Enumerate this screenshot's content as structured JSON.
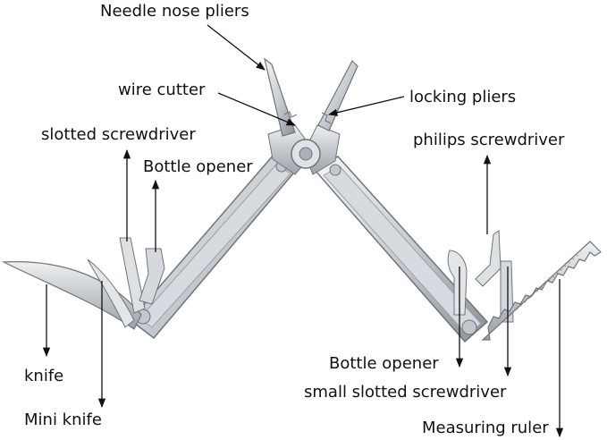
{
  "diagram": {
    "labels": {
      "needle_nose_pliers": "Needle nose pliers",
      "wire_cutter": "wire cutter",
      "locking_pliers": "locking pliers",
      "slotted_screwdriver": "slotted screwdriver",
      "philips_screwdriver": "philips screwdriver",
      "bottle_opener_top": "Bottle opener",
      "knife": "knife",
      "mini_knife": "Mini knife",
      "bottle_opener_bottom": "Bottle opener",
      "small_slotted_screwdriver": "small slotted screwdriver",
      "measuring_ruler": "Measuring ruler"
    },
    "colors": {
      "background": "#ffffff",
      "text": "#111111",
      "leader_line": "#111111",
      "steel_light": "#e9ecef",
      "steel_mid": "#b9bec4",
      "steel_dark": "#6f757c"
    }
  }
}
